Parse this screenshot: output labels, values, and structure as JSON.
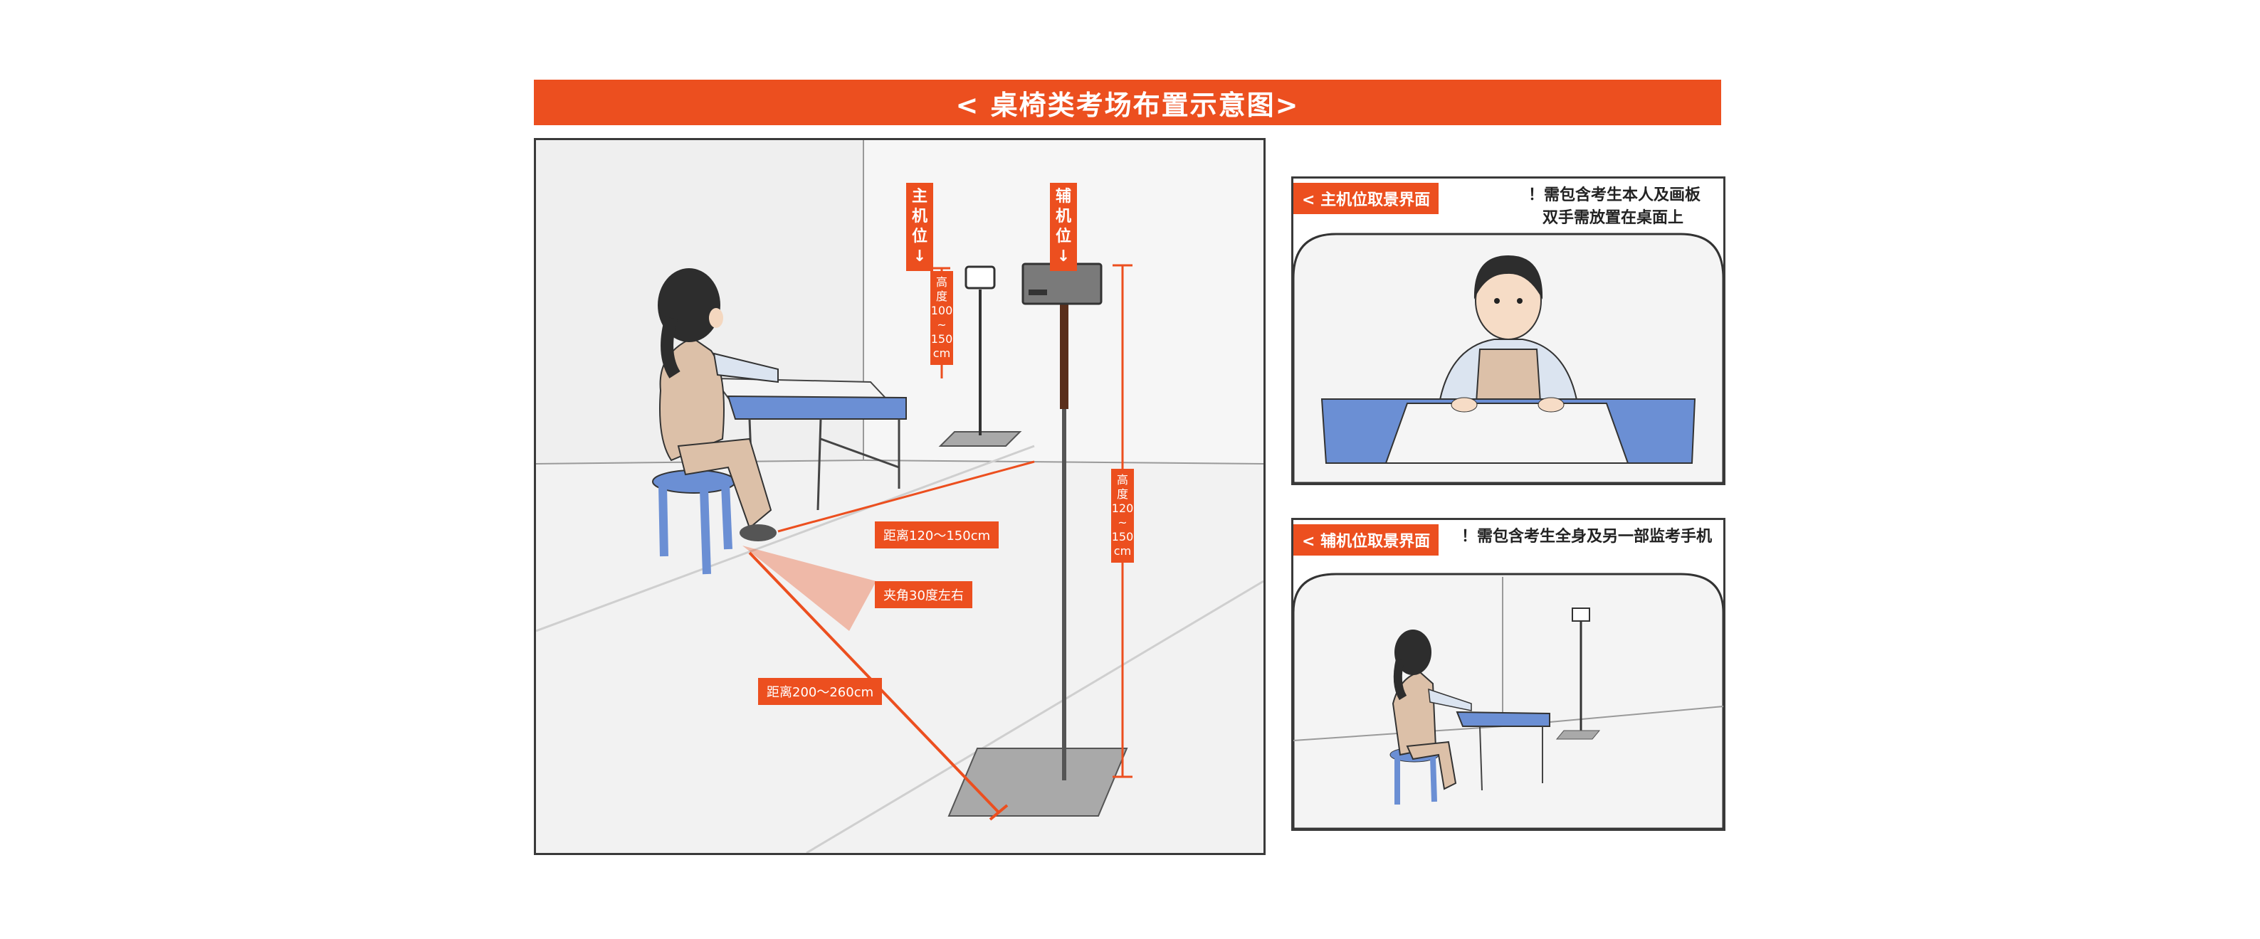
{
  "title": "< 桌椅类考场布置示意图>",
  "main": {
    "primary_label": [
      "主",
      "机",
      "位",
      "↓"
    ],
    "secondary_label": [
      "辅",
      "机",
      "位",
      "↓"
    ],
    "height_left": [
      "高",
      "度",
      "100",
      "~",
      "150",
      "cm"
    ],
    "height_right": [
      "高",
      "度",
      "120",
      "~",
      "150",
      "cm"
    ],
    "distance_near": "距离120～150cm",
    "angle": "夹角30度左右",
    "distance_far": "距离200～260cm"
  },
  "top_view": {
    "tag": "< 主机位取景界面",
    "note_line1": "！需包含考生本人及画板",
    "note_line2": "双手需放置在桌面上"
  },
  "bottom_view": {
    "tag": "< 辅机位取景界面",
    "note_line1": "！需包含考生全身及另一部监考手机"
  },
  "colors": {
    "accent": "#ec4f1f",
    "table": "#6b8fd4",
    "apron": "#dcc0a8",
    "hair": "#2d2d2d"
  }
}
